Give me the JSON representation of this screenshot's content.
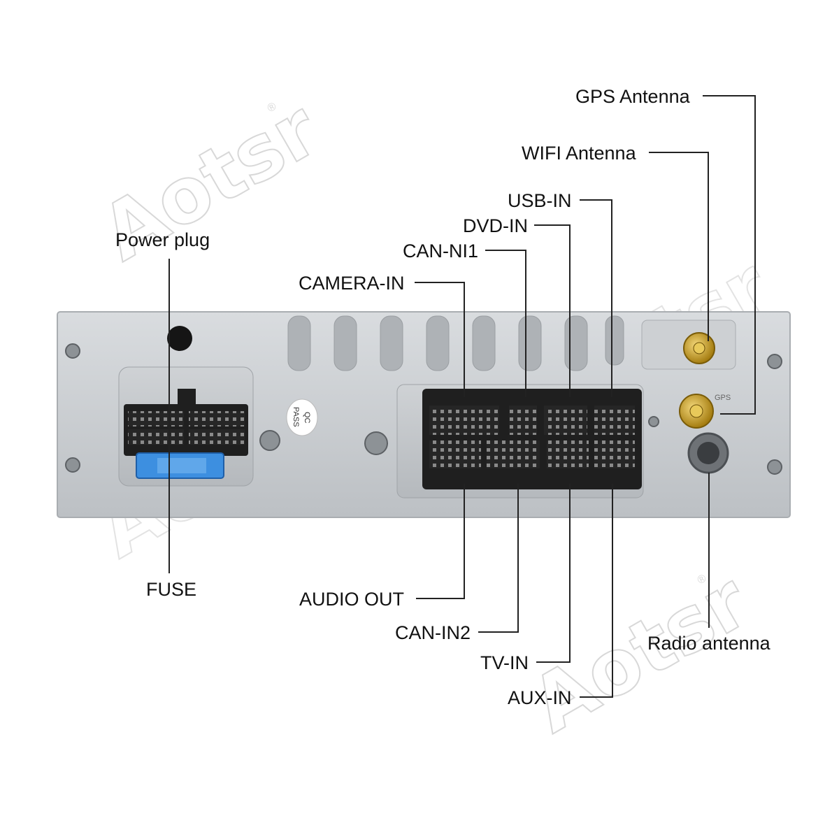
{
  "watermark": {
    "brand": "Aotsr",
    "mark": "®"
  },
  "unit": {
    "qc_stamp_line1": "QC",
    "qc_stamp_line2": "PASS",
    "gps_port_marking": "GPS"
  },
  "labels": {
    "power_plug": "Power plug",
    "fuse": "FUSE",
    "camera_in": "CAMERA-IN",
    "can_ni1": "CAN-NI1",
    "dvd_in": "DVD-IN",
    "usb_in": "USB-IN",
    "wifi_antenna": "WIFI Antenna",
    "gps_antenna": "GPS Antenna",
    "audio_out": "AUDIO OUT",
    "can_in2": "CAN-IN2",
    "tv_in": "TV-IN",
    "aux_in": "AUX-IN",
    "radio_antenna": "Radio antenna"
  },
  "colors": {
    "chassis": "#c9cdd1",
    "fuse": "#3d8fe0",
    "connector": "#1f1f1f",
    "gold_port": "#c9a227"
  }
}
